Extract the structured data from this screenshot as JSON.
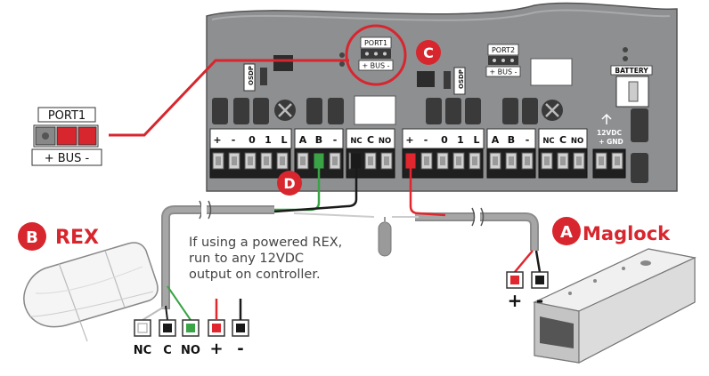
{
  "controller": {
    "port1_label": "PORT1",
    "port1_bus": "+ BUS -",
    "port2_label": "PORT2",
    "port2_bus": "+ BUS -",
    "battery_label": "BATTERY",
    "osdp_label": "OSDP",
    "power_label_top": "12VDC",
    "power_label_bottom": "+ GND",
    "left_header": [
      "+",
      "-",
      "0",
      "1",
      "L",
      "A",
      "B",
      "-",
      "NC",
      "C",
      "NO"
    ],
    "right_header": [
      "+",
      "-",
      "0",
      "1",
      "L",
      "A",
      "B",
      "-",
      "NC",
      "C",
      "NO"
    ]
  },
  "callout_port": {
    "title": "PORT1",
    "bus": "+ BUS -"
  },
  "markers": {
    "c": "C",
    "d": "D",
    "a": "A",
    "b": "B"
  },
  "rex": {
    "title": "REX",
    "terminals": [
      "NC",
      "C",
      "NO",
      "+",
      "-"
    ]
  },
  "maglock": {
    "title": "Maglock",
    "plus": "+",
    "minus": "-"
  },
  "note": "If using a powered REX,\nrun to any 12VDC\noutput on controller.",
  "colors": {
    "accent_red": "#d7262e",
    "board": "#8c8d8f",
    "wire_green": "#3aa346",
    "wire_red": "#e0262e",
    "wire_black": "#1a1a1a"
  }
}
